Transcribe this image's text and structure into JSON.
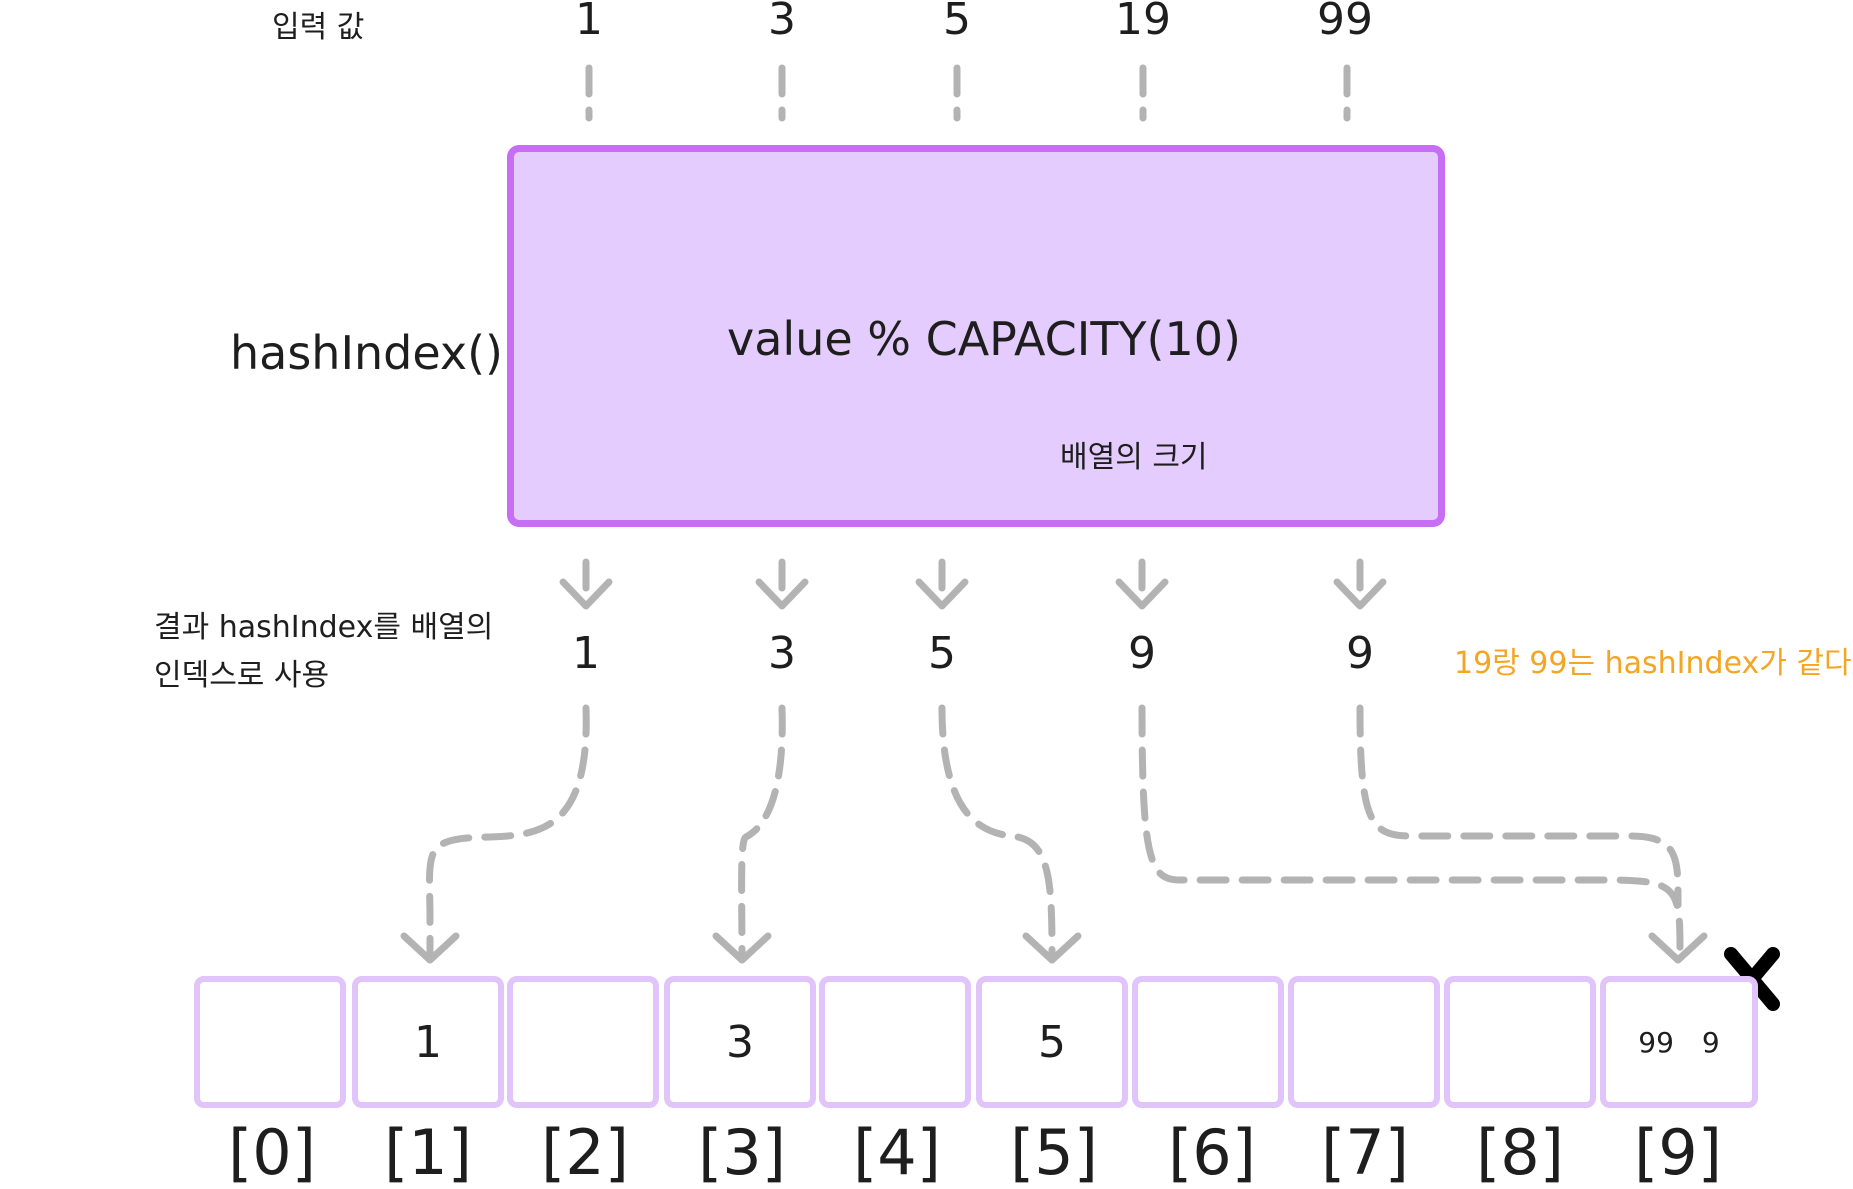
{
  "labels": {
    "input_label": "입력 값",
    "func_name": "hashIndex()",
    "formula": "value % CAPACITY(10)",
    "capacity_note": "배열의 크기",
    "result_label_line1": "결과 hashIndex를 배열의",
    "result_label_line2": "인덱스로 사용",
    "collision_note": "19랑 99는 hashIndex가 같다"
  },
  "inputs": [
    "1",
    "3",
    "5",
    "19",
    "99"
  ],
  "results": [
    "1",
    "3",
    "5",
    "9",
    "9"
  ],
  "array": {
    "indices": [
      "[0]",
      "[1]",
      "[2]",
      "[3]",
      "[4]",
      "[5]",
      "[6]",
      "[7]",
      "[8]",
      "[9]"
    ],
    "values": [
      "",
      "1",
      "",
      "3",
      "",
      "5",
      "",
      "",
      "",
      ""
    ],
    "slot9_existing": "99",
    "slot9_incoming": "9"
  },
  "colors": {
    "box_fill": "#e5ccff",
    "box_border": "#c76ef5",
    "cell_border": "#e0c4fa",
    "arrow": "#b3b3b3",
    "note": "#f5a524",
    "mark": "#000000"
  }
}
